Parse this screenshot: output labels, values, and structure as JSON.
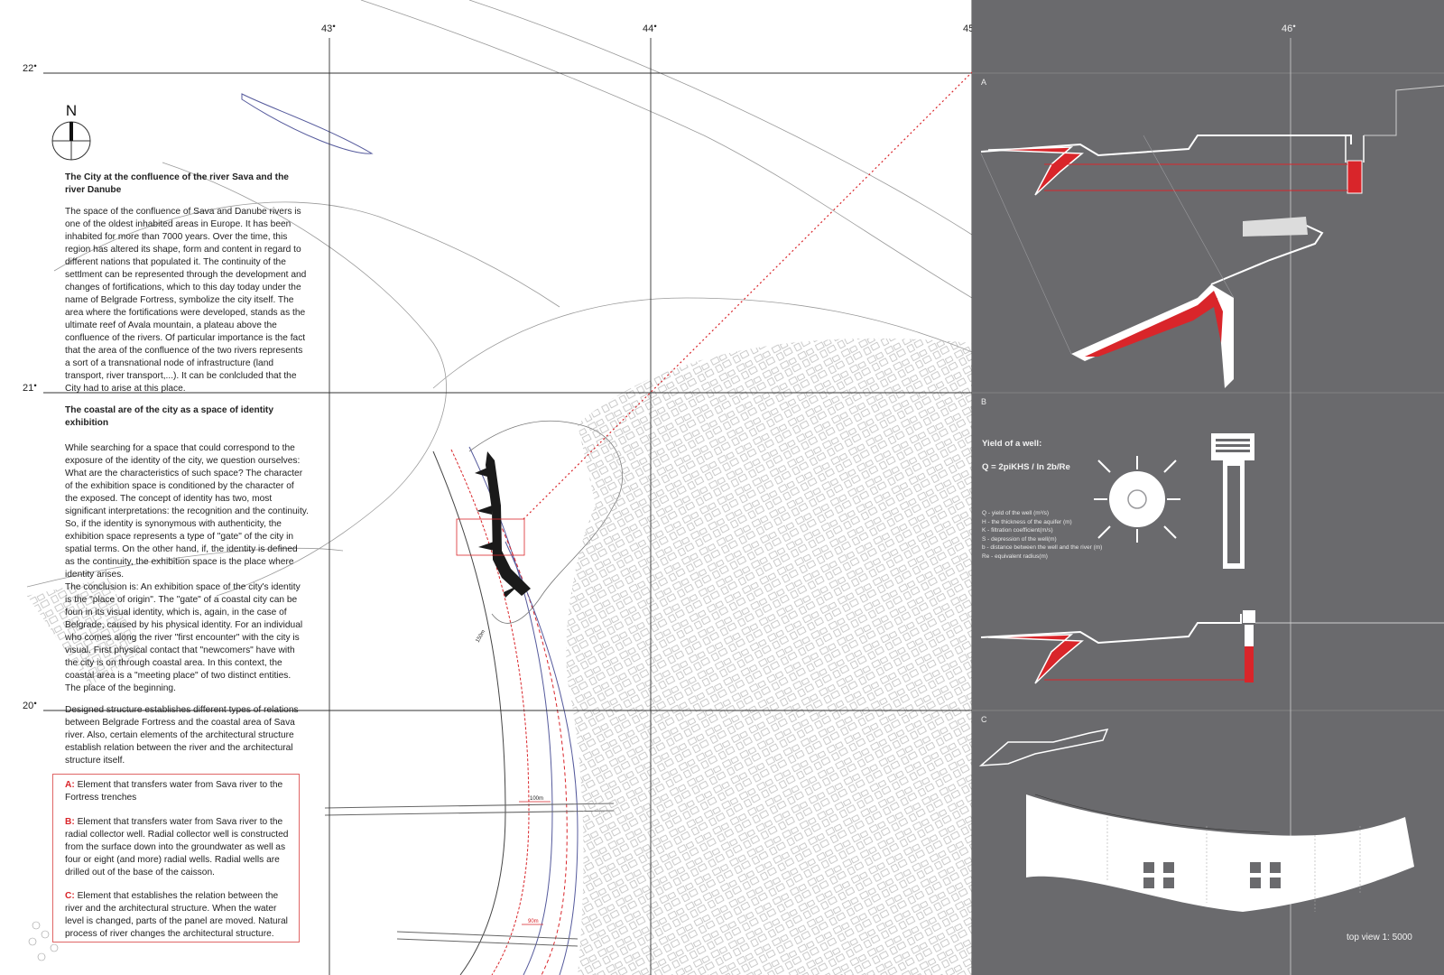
{
  "grid": {
    "columns": [
      "43",
      "44",
      "45",
      "46"
    ],
    "rows": [
      "22",
      "21",
      "20"
    ]
  },
  "north_label": "N",
  "intro": {
    "title": "The City at the confluence of the river Sava and the river Danube",
    "body": "The space of the confluence of Sava and Danube rivers is one of the oldest inhabited areas in Europe. It has been inhabited for more than 7000 years. Over the time, this region has altered its shape, form and content in regard to different nations that populated it. The continuity of the settlment can be represented through the development and changes of fortifications, which to this day today under the name of Belgrade Fortress, symbolize the city itself. The area where the fortifications were developed, stands as the ultimate reef of Avala mountain, a plateau above the confluence of the rivers. Of particular importance is the fact that the area of the confluence of the two rivers represents a sort of a transnational node of infrastructure (land transport, river transport,...). It can be conlcluded that the City had to arise at this place."
  },
  "section2": {
    "title": "The coastal are of the city as a space of identity exhibition",
    "p1": "While searching for a space that could correspond to the exposure of the identity of the city, we question ourselves: What are the characteristics of such space? The character of the exhibition space is conditioned by the character of the exposed. The concept of identity has two, most significant interpretations: the recognition and the continuity. So, if the identity is synonymous with authenticity, the exhibition space represents a type of \"gate\" of the city in spatial terms. On the other hand, if, the identity is defined as the continuity, the exhibition space is the place where identity arises.",
    "p2": "The conclusion is: An exhibition space of the city's identity is the \"place of origin\". The \"gate\" of a coastal city can be foun in its visual identity, which is, again, in the case of Belgrade, caused by his physical identity. For an individual who comes along the river \"first encounter\" with the city is visual. First physical contact that \"newcomers\" have with the city is on through coastal area. In this context, the coastal area is a \"meeting place\" of two distinct entities. The place of the beginning.",
    "p3": "Designed structure establishes different types of relations between Belgrade Fortress and the coastal area of Sava river. Also, certain elements of the architectural structure establish relation between the river and the architectural structure itself."
  },
  "elements": [
    {
      "key": "A:",
      "text": " Element that transfers water from Sava river to the Fortress trenches"
    },
    {
      "key": "B:",
      "text": " Element that transfers water from Sava river to the radial collector well. Radial collector well is constructed from the surface down into the groundwater as well as four or eight (and more) radial wells. Radial wells are drilled out of the base of the caisson."
    },
    {
      "key": "C:",
      "text": " Element that establishes the relation between the river and the architectural structure. When the water level is changed, parts of the panel are moved. Natural process of river changes the architectural structure."
    }
  ],
  "map_labels": {
    "dim1": "150m",
    "dim2": "100m",
    "dim3": "90m"
  },
  "panel": {
    "label_a": "A",
    "label_b": "B",
    "label_c": "C",
    "yield_title": "Yield of a well:",
    "formula": "Q = 2piKHS / ln 2b/Re",
    "legend": [
      "Q - yield of the well (m³/s)",
      "H - the thickness of the aquifer (m)",
      "K - filtration coefficient(m/s)",
      "S - depression of the well(m)",
      "b - distance between the well and the river (m)",
      "Re - equivalent radius(m)"
    ],
    "scale": "top view 1: 5000"
  },
  "colors": {
    "panel_bg": "#6a6a6d",
    "accent": "#d9252a"
  }
}
